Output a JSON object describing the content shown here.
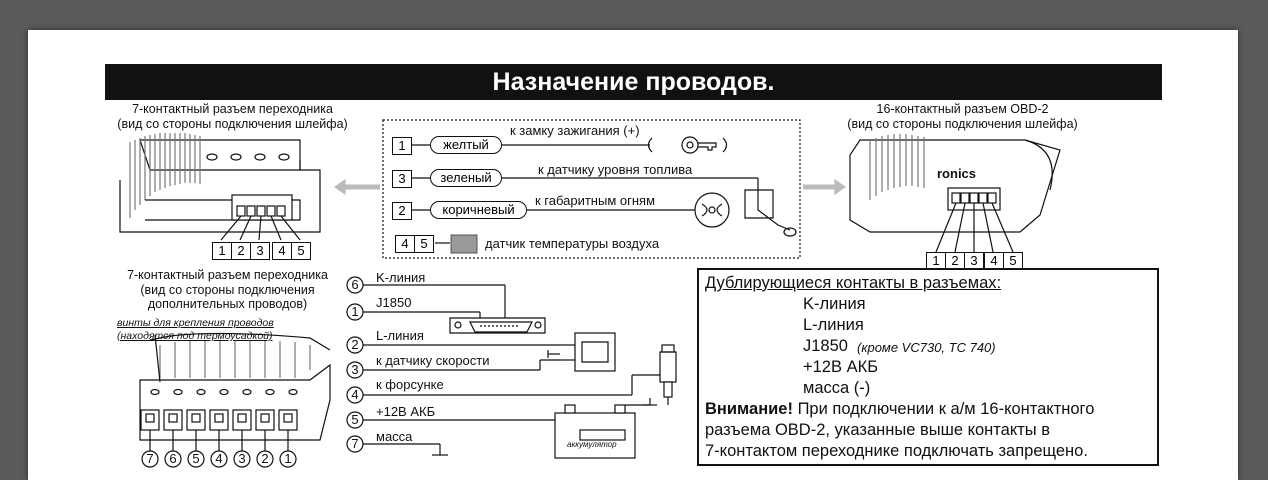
{
  "title": "Назначение проводов.",
  "connector_left_top": {
    "line1": "7-контактный разъем переходника",
    "line2": "(вид со стороны подключения шлейфа)"
  },
  "connector_right_top": {
    "line1": "16-контактный разъем OBD-2",
    "line2": "(вид со стороны подключения шлейфа)",
    "brand": "ronics"
  },
  "connector_left_bottom": {
    "line1": "7-контактный разъем переходника",
    "line2": "(вид со стороны подключения",
    "line3": "дополнительных проводов)",
    "screw_note1": "винты для крепления проводов",
    "screw_note2": "(находятся под термоусадкой)"
  },
  "pins_top": [
    "1",
    "2",
    "3",
    "4",
    "5"
  ],
  "pins_bottom": [
    "7",
    "6",
    "5",
    "4",
    "3",
    "2",
    "1"
  ],
  "wires_center": [
    {
      "pin": "1",
      "color": "желтый",
      "target": "к замку зажигания (+)"
    },
    {
      "pin": "3",
      "color": "зеленый",
      "target": "к датчику уровня топлива"
    },
    {
      "pin": "2",
      "color": "коричневый",
      "target": "к габаритным огням"
    }
  ],
  "temp_sensor": {
    "pins": [
      "4",
      "5"
    ],
    "label": "датчик температуры воздуха"
  },
  "wires_bottom": [
    {
      "pin": "6",
      "label": "K-линия"
    },
    {
      "pin": "1",
      "label": "J1850"
    },
    {
      "pin": "2",
      "label": "L-линия"
    },
    {
      "pin": "3",
      "label": "к датчику скорости"
    },
    {
      "pin": "4",
      "label": "к форсунке"
    },
    {
      "pin": "5",
      "label": "+12В АКБ"
    },
    {
      "pin": "7",
      "label": "масса"
    }
  ],
  "battery_label": "аккумулятор",
  "note": {
    "heading": "Дублирующиеся контакты в разъемах:",
    "items": [
      "K-линия",
      "L-линия",
      "J1850",
      "+12В АКБ",
      "масса (-)"
    ],
    "j1850_remark": "(кроме VC730, TC 740)",
    "warning_bold": "Внимание!",
    "warning_line1": " При подключении к а/м 16-контактного",
    "warning_line2": "разъема OBD-2, указанные выше контакты в",
    "warning_line3": "7-контактом переходнике подключать запрещено."
  }
}
